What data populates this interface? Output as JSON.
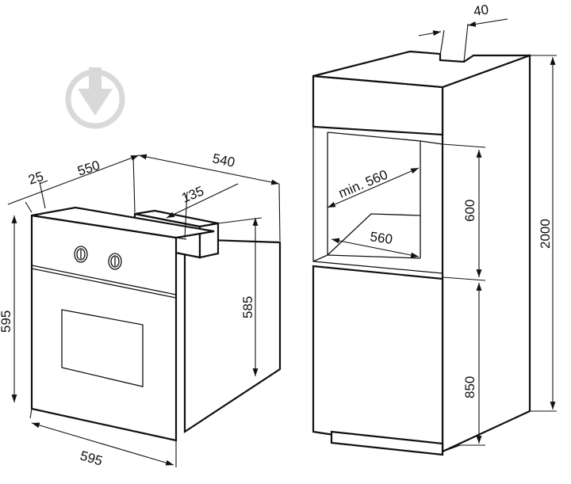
{
  "dimensions": {
    "oven_side_depth_25": "25",
    "oven_body_depth_550": "550",
    "oven_total_depth_540": "540",
    "oven_top_offset_135": "135",
    "oven_front_height_595": "595",
    "oven_body_height_585": "585",
    "oven_front_width_595": "595",
    "cabinet_back_gap_40": "40",
    "cabinet_niche_min_width": "min. 560",
    "cabinet_niche_height_600": "600",
    "cabinet_niche_depth_560": "560",
    "cabinet_total_height_2000": "2000",
    "cabinet_lower_height_850": "850"
  },
  "colors": {
    "line": "#111111",
    "watermark": "#d9d9d9"
  },
  "icons": [
    "watermark-download-icon",
    "watermark-download-icon-small",
    "oven-knob-icon"
  ]
}
